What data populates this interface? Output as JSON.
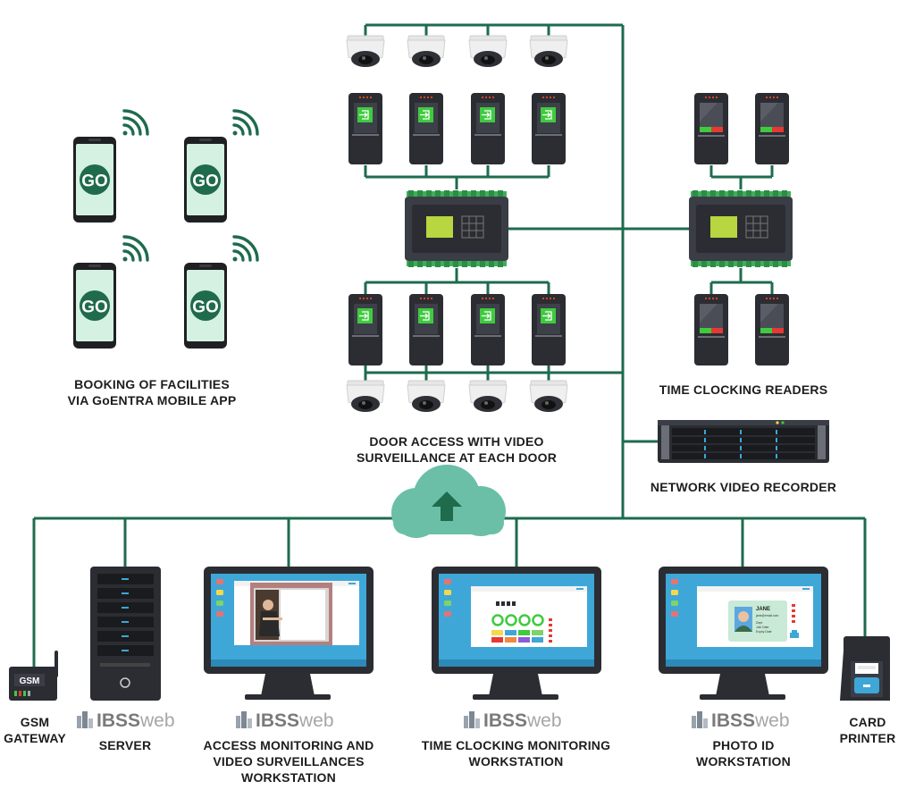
{
  "colors": {
    "line": "#1e6b4e",
    "device": "#2b2d33",
    "reader_screen": "#3fca3f",
    "lcd": "#b7d640",
    "cloud": "#6bbfa7",
    "phone_screen": "#d4f1e2",
    "monitor_screen": "#3ea7d8",
    "card_accent": "#e53935"
  },
  "icons": {
    "cloud": "cloud-upload-icon",
    "phone": "go-app-phone-icon",
    "wifi": "wifi-signal-icon",
    "camera": "dome-camera-icon",
    "reader": "door-reader-icon",
    "controller": "access-controller-icon"
  },
  "phones": {
    "logo_text": "GO"
  },
  "labels": {
    "booking": [
      "BOOKING OF FACILITIES",
      "VIA GoENTRA MOBILE APP"
    ],
    "door_access": [
      "DOOR ACCESS WITH VIDEO",
      "SURVEILLANCE AT EACH DOOR"
    ],
    "time_clocking": [
      "TIME CLOCKING READERS"
    ],
    "nvr": [
      "NETWORK VIDEO RECORDER"
    ],
    "gsm": [
      "GSM",
      "GATEWAY"
    ],
    "server": [
      "SERVER"
    ],
    "access_ws": [
      "ACCESS MONITORING AND",
      "VIDEO SURVEILLANCES",
      "WORKSTATION"
    ],
    "time_ws": [
      "TIME CLOCKING MONITORING",
      "WORKSTATION"
    ],
    "photo_ws": [
      "PHOTO ID",
      "WORKSTATION"
    ],
    "card_printer": [
      "CARD",
      "PRINTER"
    ]
  },
  "brand": {
    "bold": "IBSS",
    "light": "web"
  },
  "gsm_device_text": "GSM",
  "photo_id_card": {
    "name": "JANE",
    "email": "jane@email.com",
    "lines": [
      "Dept",
      "Join Date",
      "Expiry Date"
    ]
  }
}
